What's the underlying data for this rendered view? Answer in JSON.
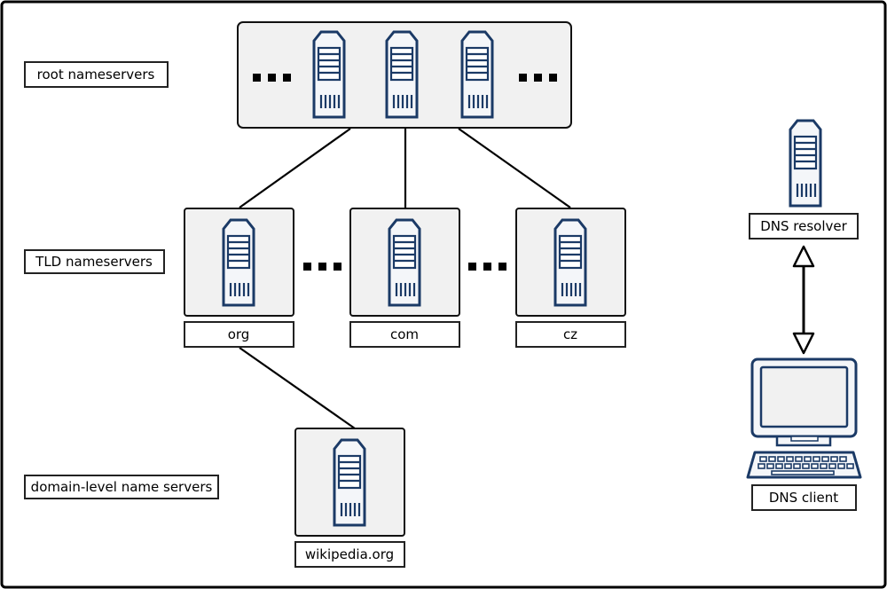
{
  "levels": {
    "root": "root nameservers",
    "tld": "TLD nameservers",
    "domain": "domain-level name servers"
  },
  "tld_servers": {
    "org": "org",
    "com": "com",
    "cz": "cz"
  },
  "domain_server": "wikipedia.org",
  "resolver": "DNS resolver",
  "client": "DNS client",
  "icons": {
    "server": "server-icon",
    "computer": "desktop-computer-icon",
    "ellipsis": "ellipsis-dots"
  },
  "colors": {
    "server_outline": "#1b3a66",
    "panel_fill": "#f1f1f1",
    "border": "#000000"
  }
}
